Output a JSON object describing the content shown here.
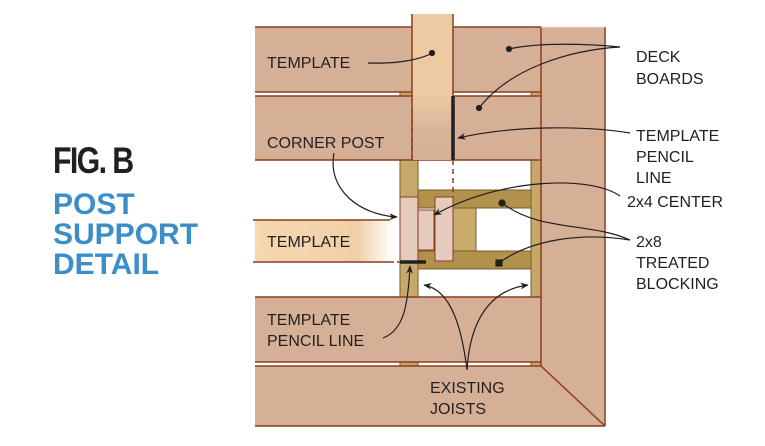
{
  "figure": {
    "title": "FIG. B",
    "subtitle_lines": [
      "POST",
      "SUPPORT",
      "DETAIL"
    ]
  },
  "labels": {
    "template_top": "TEMPLATE",
    "corner_post": "CORNER POST",
    "template_left": "TEMPLATE",
    "template_pencil_line_bottom": [
      "TEMPLATE",
      "PENCIL LINE"
    ],
    "existing_joists": [
      "EXISTING",
      "JOISTS"
    ],
    "deck_boards": [
      "DECK",
      "BOARDS"
    ],
    "template_pencil_line_right": [
      "TEMPLATE",
      "PENCIL",
      "LINE"
    ],
    "center_2x4": "2x4 CENTER",
    "treated_blocking": [
      "2x8",
      "TREATED",
      "BLOCKING"
    ]
  },
  "colors": {
    "deck_board": "#d6b096",
    "board_edge": "#8a3f1e",
    "template": "#eecaa2",
    "joist": "#c6a96a",
    "blocking": "#b2914c",
    "post": "#e4cbbd",
    "title": "#231f20",
    "subtitle": "#3b8ec8"
  }
}
